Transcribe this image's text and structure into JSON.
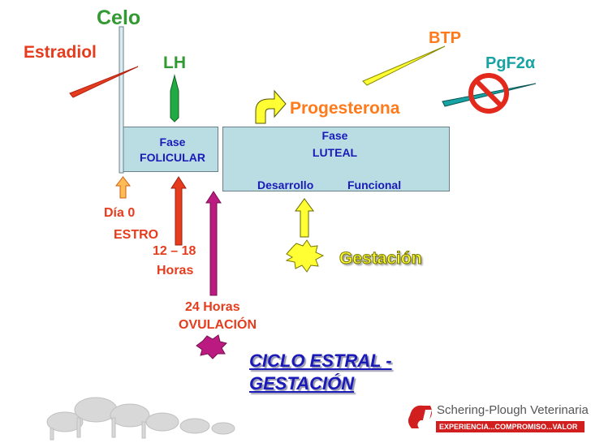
{
  "labels": {
    "celo": "Celo",
    "estradiol": "Estradiol",
    "lh": "LH",
    "btp": "BTP",
    "pgf2a": "PgF2α",
    "progesterona": "Progesterona",
    "fase_folicular": [
      "Fase",
      "FOLICULAR"
    ],
    "fase_luteal": [
      "Fase",
      "LUTEAL"
    ],
    "desarrollo": "Desarrollo",
    "funcional": "Funcional",
    "dia0": "Día 0",
    "estro": "ESTRO",
    "horas_12_18": [
      "12 – 18",
      "Horas"
    ],
    "horas_24": "24 Horas",
    "ovulacion": "OVULACIÓN",
    "gestacion": "Gestación",
    "title": [
      "CICLO ESTRAL -",
      "GESTACIÓN"
    ],
    "brand": "Schering-Plough Veterinaria",
    "tagline": "EXPERIENCIA...COMPROMISO...VALOR"
  },
  "colors": {
    "green": "#339933",
    "red": "#e63c1e",
    "orange": "#ff7a1a",
    "teal": "#17a3a3",
    "magenta": "#bb1a80",
    "blue_title": "#1a1ab8",
    "yellow": "#ffff33",
    "box_fill": "#b9dde3",
    "brand_red": "#d11f1f"
  },
  "icons": [
    "no-sign-icon",
    "curved-arrow-icon",
    "starburst-icon",
    "animals-silhouette-icon",
    "schering-plough-logo-icon"
  ]
}
